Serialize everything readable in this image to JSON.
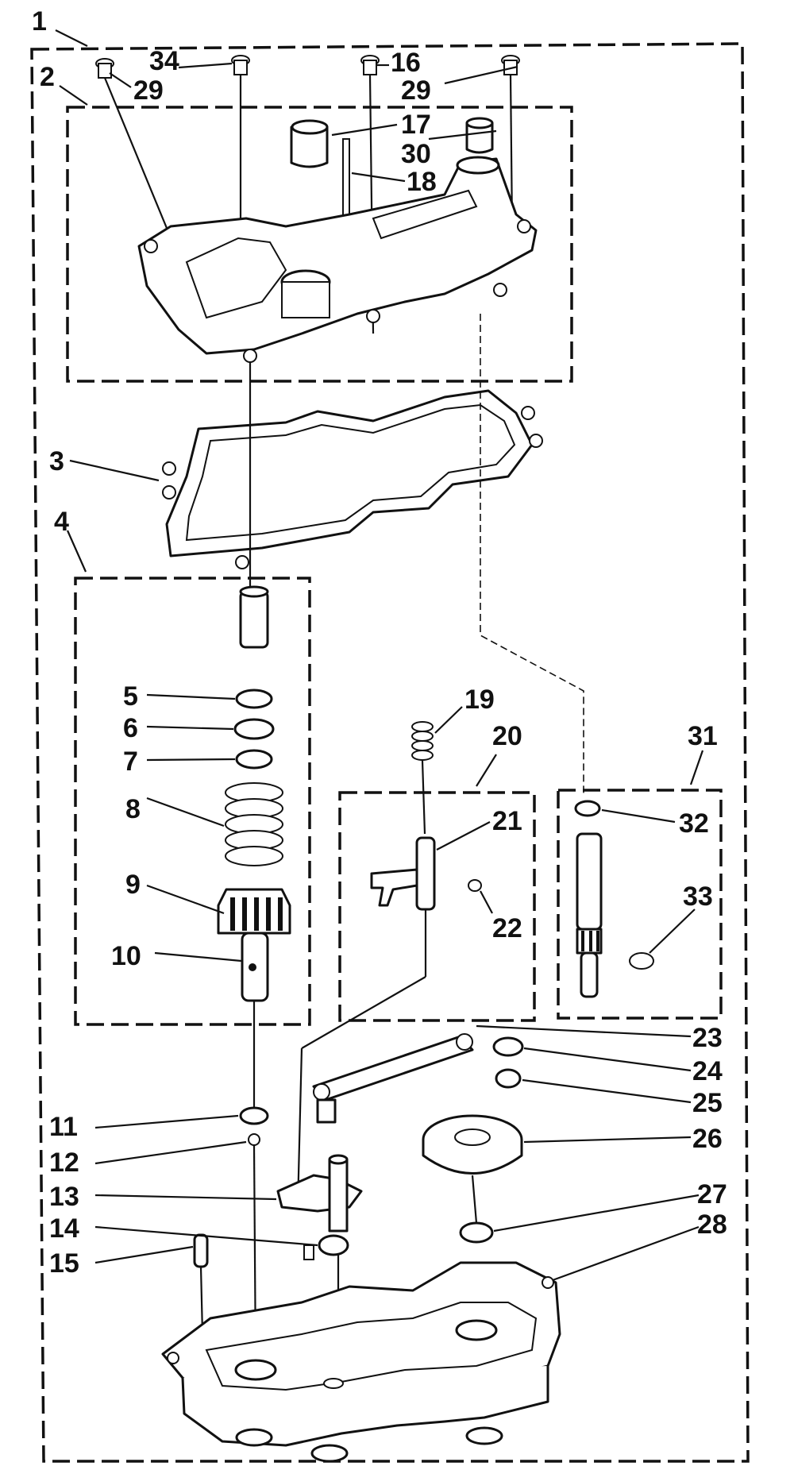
{
  "diagram": {
    "callouts": [
      {
        "id": "c1",
        "text": "1"
      },
      {
        "id": "c2",
        "text": "2"
      },
      {
        "id": "c34",
        "text": "34"
      },
      {
        "id": "c29a",
        "text": "29"
      },
      {
        "id": "c16",
        "text": "16"
      },
      {
        "id": "c29b",
        "text": "29"
      },
      {
        "id": "c17",
        "text": "17"
      },
      {
        "id": "c30",
        "text": "30"
      },
      {
        "id": "c18",
        "text": "18"
      },
      {
        "id": "c3",
        "text": "3"
      },
      {
        "id": "c4",
        "text": "4"
      },
      {
        "id": "c5",
        "text": "5"
      },
      {
        "id": "c6",
        "text": "6"
      },
      {
        "id": "c7",
        "text": "7"
      },
      {
        "id": "c8",
        "text": "8"
      },
      {
        "id": "c9",
        "text": "9"
      },
      {
        "id": "c10",
        "text": "10"
      },
      {
        "id": "c19",
        "text": "19"
      },
      {
        "id": "c20",
        "text": "20"
      },
      {
        "id": "c21",
        "text": "21"
      },
      {
        "id": "c22",
        "text": "22"
      },
      {
        "id": "c31",
        "text": "31"
      },
      {
        "id": "c32",
        "text": "32"
      },
      {
        "id": "c33",
        "text": "33"
      },
      {
        "id": "c23",
        "text": "23"
      },
      {
        "id": "c24",
        "text": "24"
      },
      {
        "id": "c25",
        "text": "25"
      },
      {
        "id": "c26",
        "text": "26"
      },
      {
        "id": "c11",
        "text": "11"
      },
      {
        "id": "c12",
        "text": "12"
      },
      {
        "id": "c13",
        "text": "13"
      },
      {
        "id": "c14",
        "text": "14"
      },
      {
        "id": "c15",
        "text": "15"
      },
      {
        "id": "c27",
        "text": "27"
      },
      {
        "id": "c28",
        "text": "28"
      }
    ]
  }
}
